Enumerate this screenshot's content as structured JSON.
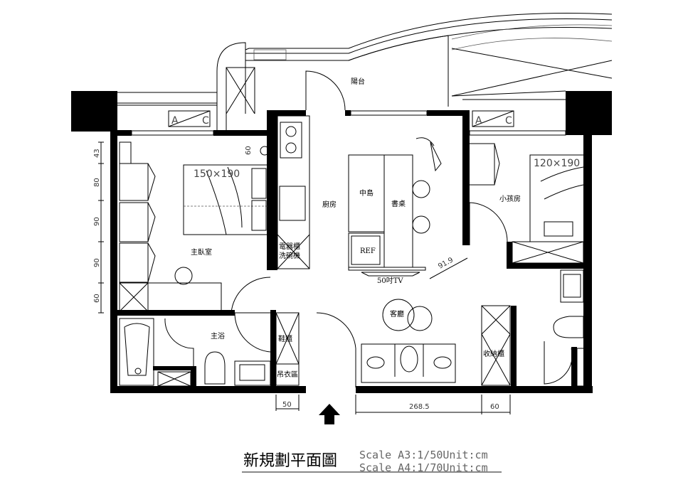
{
  "title": "新規劃平面圖",
  "scale_lines": [
    "Scale  A3:1/50Unit:cm",
    "Scale  A4:1/70Unit:cm"
  ],
  "rooms": {
    "balcony": "陽台",
    "kitchen": "廚房",
    "island": "中島",
    "desk": "書桌",
    "fridge": "REF",
    "tv": "50吋TV",
    "appliance_cabinet": "電器櫃",
    "dishwasher": "洗碗機",
    "master_bedroom": "主臥室",
    "master_bed_size": "150×190",
    "kids_room": "小孩房",
    "kids_bed_size": "120×190",
    "master_bath": "主浴",
    "shoe_cabinet": "鞋櫃",
    "hanging_area": "吊衣區",
    "living_room": "客廳",
    "storage_cabinet": "收納櫃"
  },
  "ac_units": [
    {
      "a": "A",
      "c": "C"
    },
    {
      "a": "A",
      "c": "C"
    }
  ],
  "dimensions": {
    "left": [
      "43",
      "80",
      "90",
      "90",
      "60"
    ],
    "bedroom_top": "60",
    "diagonal": "91.9",
    "bottom_left": "50",
    "bottom_mid": "268.5",
    "bottom_right": "60"
  }
}
